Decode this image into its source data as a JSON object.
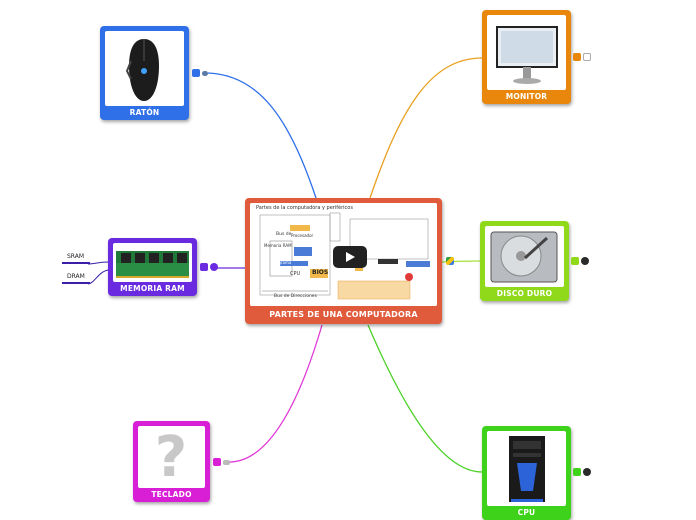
{
  "center": {
    "title": "PARTES DE UNA COMPUTADORA",
    "slide_heading": "Partes de la computadora y periféricos",
    "slide_labels": [
      "Bus de",
      "Procesador",
      "Memoria RAM",
      "CPU",
      "Programa",
      "BIOS",
      "Bus de Direcciones"
    ],
    "color": "#e05a3c"
  },
  "nodes": {
    "raton": {
      "label": "RATÓN",
      "color": "#2f6fe8"
    },
    "monitor": {
      "label": "MONITOR",
      "color": "#e8870b"
    },
    "memoria": {
      "label": "MEMORIA RAM",
      "color": "#6a2be0"
    },
    "disco": {
      "label": "DISCO DURO",
      "color": "#8fd81a"
    },
    "teclado": {
      "label": "TECLADO",
      "color": "#d91fd6"
    },
    "cpu": {
      "label": "CPU",
      "color": "#3fd21a"
    }
  },
  "memoria_children": [
    "SRAM",
    "DRAM"
  ],
  "icons": {
    "note": "note-icon",
    "link": "link-icon",
    "image": "image-icon",
    "video": "video-play-icon",
    "placeholder": "question-mark-icon"
  }
}
